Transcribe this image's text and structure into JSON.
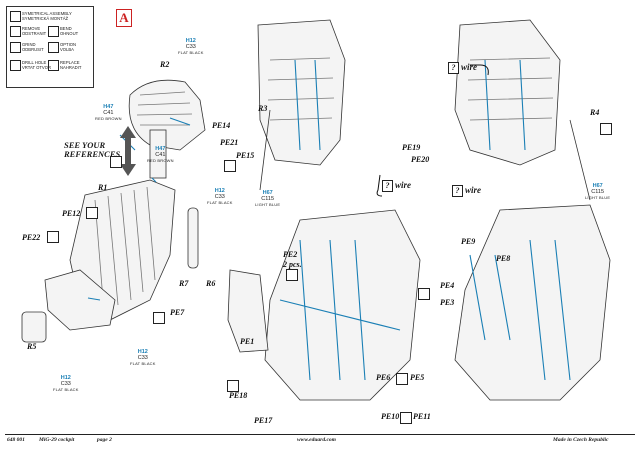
{
  "legend": {
    "symmetrical_assembly": "SYMETRICAL ASSEMBLY",
    "symmetrical_assembly_cz": "SYMETRICKÁ MONTÁŽ",
    "remove": "REMOVE",
    "remove_cz": "ODSTRANIT",
    "bend": "BEND",
    "bend_cz": "OHNOUT",
    "grind": "GRIND",
    "grind_cz": "ODBRUSIT",
    "option": "OPTION",
    "option_cz": "VOLBA",
    "drill": "DRILL HOLE",
    "drill_cz": "VRTAT OTVOR",
    "replace": "REPLACE",
    "replace_cz": "NAHRADIT"
  },
  "logo_letter": "A",
  "paints": [
    {
      "id": "h12_top",
      "code": "H12",
      "c": "C33",
      "name": "FLAT BLACK"
    },
    {
      "id": "h47_left",
      "code": "H47",
      "c": "C41",
      "name": "RED BROWN"
    },
    {
      "id": "h47_mid",
      "code": "H47",
      "c": "C41",
      "name": "RED BROWN"
    },
    {
      "id": "h12_mid",
      "code": "H12",
      "c": "C33",
      "name": "FLAT BLACK"
    },
    {
      "id": "h67_mid",
      "code": "H67",
      "c": "C115",
      "name": "LIGHT BLUE"
    },
    {
      "id": "h67_right",
      "code": "H67",
      "c": "C115",
      "name": "LIGHT BLUE"
    },
    {
      "id": "h12_bottom",
      "code": "H12",
      "c": "C33",
      "name": "FLAT BLACK"
    },
    {
      "id": "h12_low",
      "code": "H12",
      "c": "C33",
      "name": "FLAT BLACK"
    }
  ],
  "see_references": [
    "SEE YOUR",
    "REFERENCES"
  ],
  "labels": {
    "r1": "R1",
    "r2": "R2",
    "r3": "R3",
    "r4": "R4",
    "r5": "R5",
    "r6": "R6",
    "r7": "R7",
    "pe1": "PE1",
    "pe2": "PE2",
    "pe2_pcs": "2 pcs.",
    "pe3": "PE3",
    "pe4": "PE4",
    "pe5": "PE5",
    "pe6": "PE6",
    "pe7": "PE7",
    "pe8": "PE8",
    "pe9": "PE9",
    "pe10": "PE10",
    "pe11": "PE11",
    "pe12": "PE12",
    "pe14": "PE14",
    "pe15": "PE15",
    "pe17": "PE17",
    "pe18": "PE18",
    "pe19": "PE19",
    "pe20": "PE20",
    "pe21": "PE21",
    "pe22": "PE22"
  },
  "wire": "wire",
  "question": "?",
  "footer": {
    "code": "648 001",
    "title": "MiG-29 cockpit",
    "page": "page 2",
    "url": "www.eduard.com",
    "made_in": "Made in Czech Republic"
  },
  "colors": {
    "paint_blue": "#1a7fb5",
    "logo_red": "#cc2222",
    "line": "#222222"
  }
}
